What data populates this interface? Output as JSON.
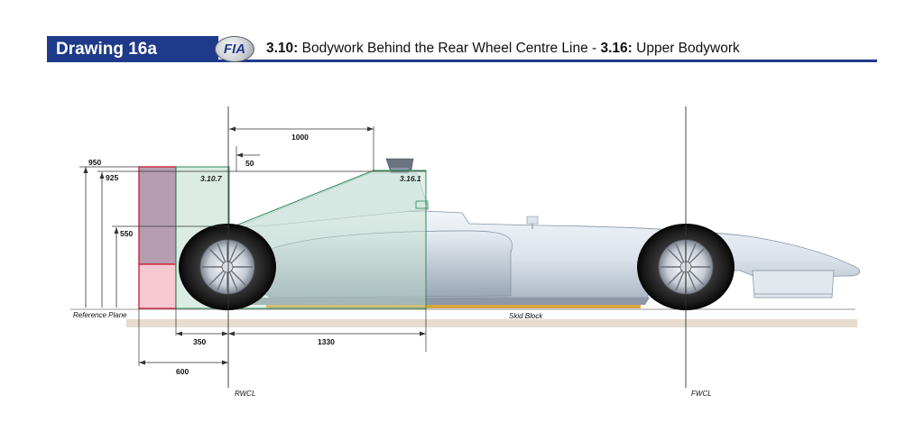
{
  "header": {
    "drawing_label": "Drawing 16a",
    "logo_text": "FIA",
    "title_part1_num": "3.10:",
    "title_part1_text": " Bodywork Behind the Rear Wheel Centre Line - ",
    "title_part2_num": "3.16:",
    "title_part2_text": " Upper Bodywork"
  },
  "diagram": {
    "dims": {
      "d1000": "1000",
      "d50": "50",
      "d950": "950",
      "d925": "925",
      "d550": "550",
      "d350": "350",
      "d1330": "1330",
      "d600": "600"
    },
    "zones": {
      "z3107": "3.10.7",
      "z3161": "3.16.1"
    },
    "labels": {
      "reference_plane": "Reference Plane",
      "skid_block": "Skid Block",
      "rwcl": "RWCL",
      "fwcl": "FWCL"
    },
    "colors": {
      "brand_blue": "#1f3a8a",
      "red_zone": "#c8283c",
      "green_zone": "#2e8b57",
      "body": "#dfe6ef",
      "skid": "#d9a441"
    }
  }
}
